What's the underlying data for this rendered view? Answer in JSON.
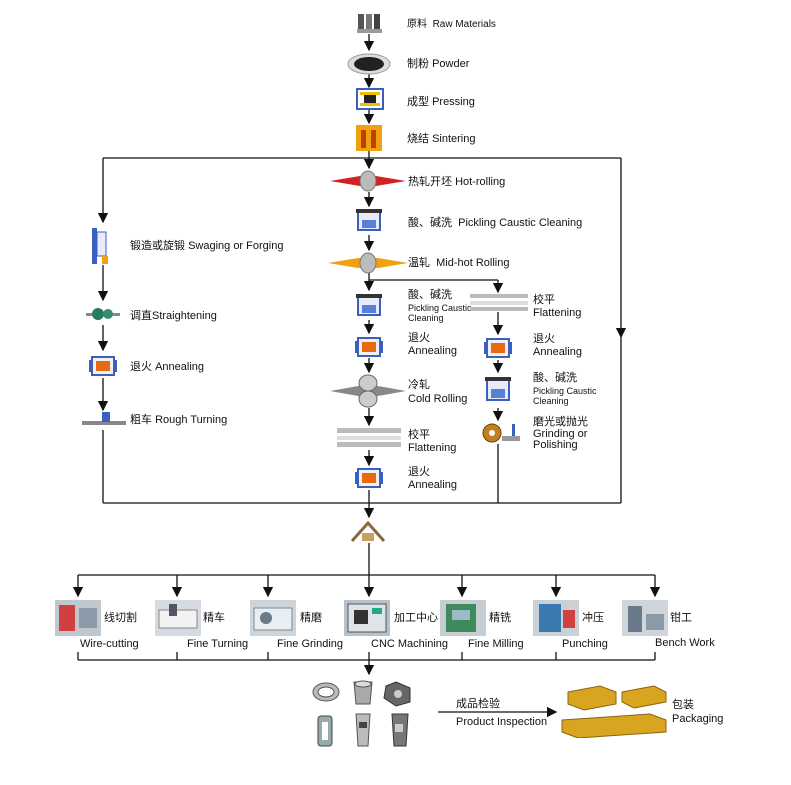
{
  "top_steps": [
    {
      "cn": "原料",
      "en": "Raw Materials"
    },
    {
      "cn": "制粉",
      "en": "Powder"
    },
    {
      "cn": "成型",
      "en": "Pressing"
    },
    {
      "cn": "烧结",
      "en": "Sintering"
    }
  ],
  "center_steps": {
    "hot_rolling": {
      "cn": "热轧开坯",
      "en": "Hot-rolling"
    },
    "pickling1": {
      "cn": "酸、碱洗",
      "en": "Pickling Caustic Cleaning"
    },
    "mid_hot": {
      "cn": "温轧",
      "en": "Mid-hot Rolling"
    },
    "pickling2": {
      "cn": "酸、碱洗",
      "en1": "Pickling Caustic",
      "en2": "Cleaning"
    },
    "annealing1": {
      "cn": "退火",
      "en": "Annealing"
    },
    "cold_rolling": {
      "cn": "冷轧",
      "en": "Cold Rolling"
    },
    "flattening": {
      "cn": "校平",
      "en": "Flattening"
    },
    "annealing2": {
      "cn": "退火",
      "en": "Annealing"
    }
  },
  "right_steps": {
    "flattening": {
      "cn": "校平",
      "en": "Flattening"
    },
    "annealing": {
      "cn": "退火",
      "en": "Annealing"
    },
    "pickling": {
      "cn": "酸、碱洗",
      "en1": "Pickling Caustic",
      "en2": "Cleaning"
    },
    "grinding": {
      "cn": "磨光或抛光",
      "en1": "Grinding or",
      "en2": "Polishing"
    }
  },
  "left_steps": {
    "swaging": {
      "cn": "锻造或旋锻",
      "en": "Swaging or Forging"
    },
    "straightening": {
      "cn": "调直",
      "en": "Straightening"
    },
    "annealing": {
      "cn": "退火",
      "en": "Annealing"
    },
    "rough": {
      "cn": "粗车",
      "en": "Rough Turning"
    }
  },
  "machining": [
    {
      "cn": "线切割",
      "en": "Wire-cutting"
    },
    {
      "cn": "精车",
      "en": "Fine Turning"
    },
    {
      "cn": "精磨",
      "en": "Fine Grinding"
    },
    {
      "cn": "加工中心",
      "en": "CNC Machining"
    },
    {
      "cn": "精铣",
      "en": "Fine Milling"
    },
    {
      "cn": "冲压",
      "en": "Punching"
    },
    {
      "cn": "钳工",
      "en": "Bench Work"
    }
  ],
  "final": {
    "inspection": {
      "cn": "成品检验",
      "en": "Product Inspection"
    },
    "packaging": {
      "cn": "包装",
      "en": "Packaging"
    }
  },
  "colors": {
    "line": "#111111",
    "furnace_orange": "#e86a10",
    "roller_red": "#d42020",
    "roller_gold": "#f0a010",
    "box_gold": "#d9a520",
    "press_blue": "#3b5fc0"
  }
}
